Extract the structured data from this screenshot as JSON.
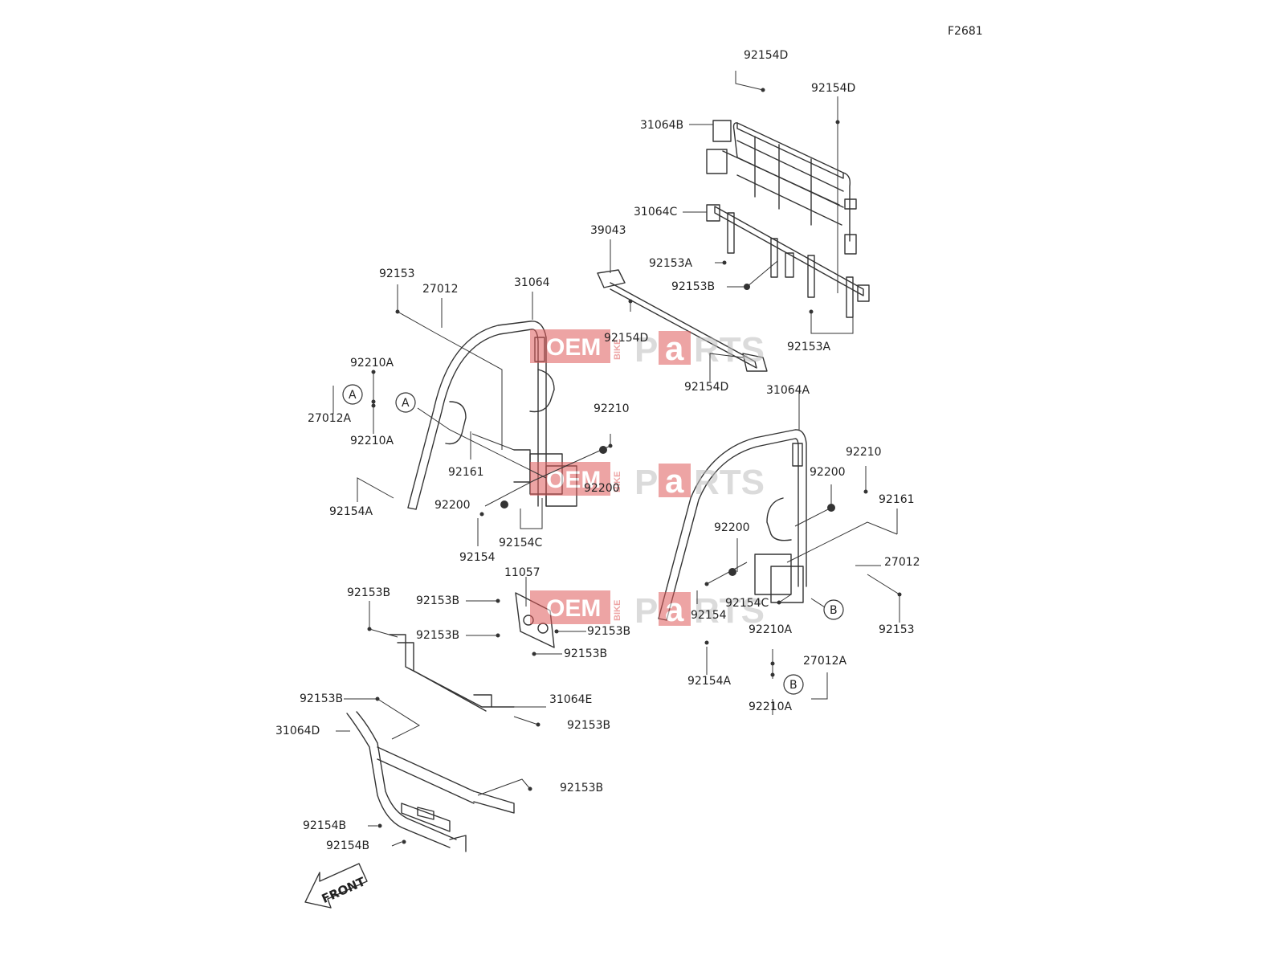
{
  "diagram": {
    "figure_code": "F2681",
    "front_label": "FRONT",
    "watermark": {
      "left": "OEM",
      "small": "BIKE",
      "right_a": "P",
      "right_b": "a",
      "right_c": "RTS"
    },
    "callouts": [
      {
        "letter": "A"
      },
      {
        "letter": "A"
      },
      {
        "letter": "B"
      },
      {
        "letter": "B"
      }
    ],
    "labels": [
      "92154D",
      "92154D",
      "31064B",
      "31064C",
      "39043",
      "92153A",
      "92153B",
      "92153A",
      "92154D",
      "92154D",
      "92153",
      "27012",
      "31064",
      "92210A",
      "27012A",
      "92210A",
      "92210",
      "92161",
      "92154A",
      "92200",
      "92200",
      "92154",
      "92154C",
      "31064A",
      "92210",
      "92200",
      "92161",
      "92200",
      "27012",
      "92154C",
      "92154",
      "92153",
      "11057",
      "92153B",
      "92153B",
      "92153B",
      "92153B",
      "92153B",
      "92210A",
      "27012A",
      "92154A",
      "92210A",
      "31064E",
      "92153B",
      "92153B",
      "31064D",
      "92153B",
      "92154B",
      "92154B"
    ]
  }
}
